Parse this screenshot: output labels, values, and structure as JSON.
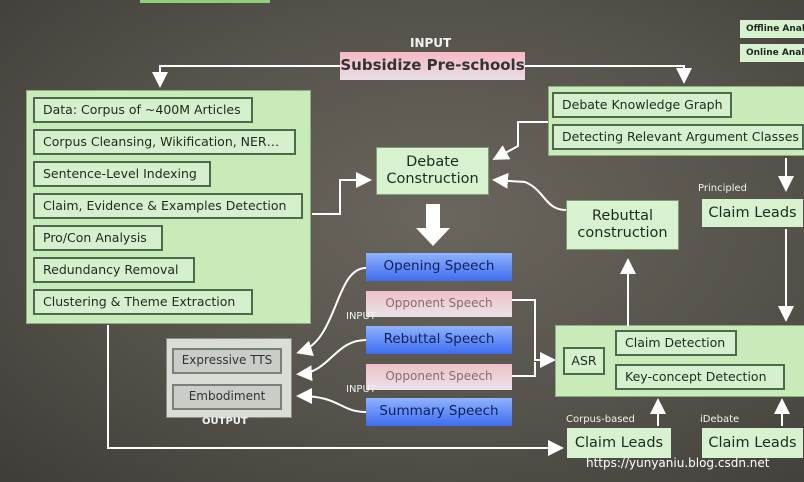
{
  "top_bar": {
    "segment_color": "#8fcf7a"
  },
  "legend": {
    "offline": "Offline Anal",
    "online": "Online Anal"
  },
  "input_label": "INPUT",
  "topic": "Subsidize Pre-schools",
  "corpus_items": [
    "Data: Corpus of ~400M Articles",
    "Corpus Cleansing, Wikification, NER…",
    "Sentence-Level Indexing",
    "Claim, Evidence & Examples Detection",
    "Pro/Con Analysis",
    "Redundancy Removal",
    "Clustering & Theme Extraction"
  ],
  "knowledge_items": [
    "Debate Knowledge Graph",
    "Detecting Relevant Argument Classes"
  ],
  "debate_construction": "Debate Construction",
  "rebuttal_construction": "Rebuttal construction",
  "principled_label": "Principled",
  "claim_leads_top": "Claim Leads",
  "speeches": {
    "opening": "Opening Speech",
    "opponent1": "Opponent Speech",
    "rebuttal": "Rebuttal Speech",
    "opponent2": "Opponent Speech",
    "summary": "Summary Speech"
  },
  "input_label_2": "INPUT",
  "input_label_3": "INPUT",
  "output_items": [
    "Expressive TTS",
    "Embodiment"
  ],
  "output_label": "OUTPUT",
  "asr": "ASR",
  "detection_items": [
    "Claim Detection",
    "Key-concept Detection"
  ],
  "corpus_based_label": "Corpus-based",
  "idebate_label": "iDebate",
  "claim_leads_corpus": "Claim Leads",
  "claim_leads_idebate": "Claim Leads",
  "watermark": "https://yunyaniu.blog.csdn.net"
}
